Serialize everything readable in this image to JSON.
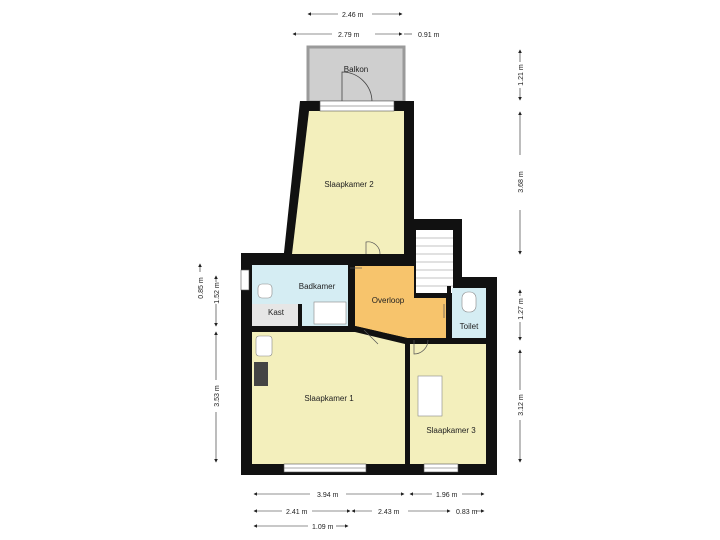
{
  "colors": {
    "wall": "#111111",
    "bedroom": "#f3efbc",
    "bathroom": "#d5edf3",
    "landing": "#f7c46c",
    "storage": "#e6e6e6",
    "balcony": "#cfcfcf",
    "window": "#ffffff"
  },
  "rooms": {
    "balkon": "Balkon",
    "slaapkamer2": "Slaapkamer 2",
    "badkamer": "Badkamer",
    "overloop": "Overloop",
    "kast": "Kast",
    "toilet": "Toilet",
    "slaapkamer1": "Slaapkamer 1",
    "slaapkamer3": "Slaapkamer 3"
  },
  "dimensions": {
    "top_overall": "2.46 m",
    "top_balcony": "2.79 m",
    "top_right": "0.91 m",
    "right_balcony": "1.21 m",
    "right_bed2": "3.68 m",
    "right_toilet": "1.27 m",
    "right_bed3": "3.12 m",
    "left_top": "0.85 m",
    "left_bath": "1.52 m",
    "left_bed1": "3.53 m",
    "bottom_bed1": "3.94 m",
    "bottom_bed3": "1.96 m",
    "bottom2_left": "2.41 m",
    "bottom2_mid": "2.43 m",
    "bottom2_right": "0.83 m",
    "bottom3": "1.09 m"
  }
}
